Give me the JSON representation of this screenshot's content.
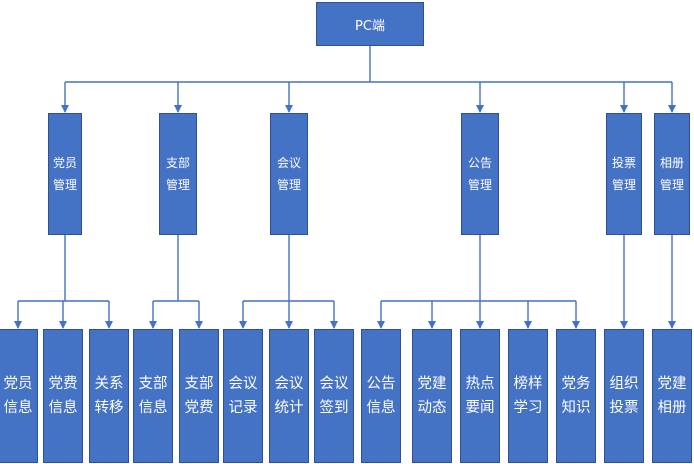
{
  "root": {
    "label": "PC端"
  },
  "modules": [
    {
      "lines": [
        "党员",
        "管理"
      ],
      "children": [
        {
          "lines": [
            "党员",
            "信息"
          ]
        },
        {
          "lines": [
            "党费",
            "信息"
          ]
        },
        {
          "lines": [
            "关系",
            "转移"
          ]
        }
      ]
    },
    {
      "lines": [
        "支部",
        "管理"
      ],
      "children": [
        {
          "lines": [
            "支部",
            "信息"
          ]
        },
        {
          "lines": [
            "支部",
            "党费"
          ]
        }
      ]
    },
    {
      "lines": [
        "会议",
        "管理"
      ],
      "children": [
        {
          "lines": [
            "会议",
            "记录"
          ]
        },
        {
          "lines": [
            "会议",
            "统计"
          ]
        },
        {
          "lines": [
            "会议",
            "签到"
          ]
        }
      ]
    },
    {
      "lines": [
        "公告",
        "管理"
      ],
      "children": [
        {
          "lines": [
            "公告",
            "信息"
          ]
        },
        {
          "lines": [
            "党建",
            "动态"
          ]
        },
        {
          "lines": [
            "热点",
            "要闻"
          ]
        },
        {
          "lines": [
            "榜样",
            "学习"
          ]
        },
        {
          "lines": [
            "党务",
            "知识"
          ]
        }
      ]
    },
    {
      "lines": [
        "投票",
        "管理"
      ],
      "children": [
        {
          "lines": [
            "组织",
            "投票"
          ]
        }
      ]
    },
    {
      "lines": [
        "相册",
        "管理"
      ],
      "children": [
        {
          "lines": [
            "党建",
            "相册"
          ]
        }
      ]
    }
  ],
  "colors": {
    "box_fill": "#4472C4",
    "box_border": "#2F528F",
    "connector": "#4472C4",
    "text": "#ffffff"
  }
}
